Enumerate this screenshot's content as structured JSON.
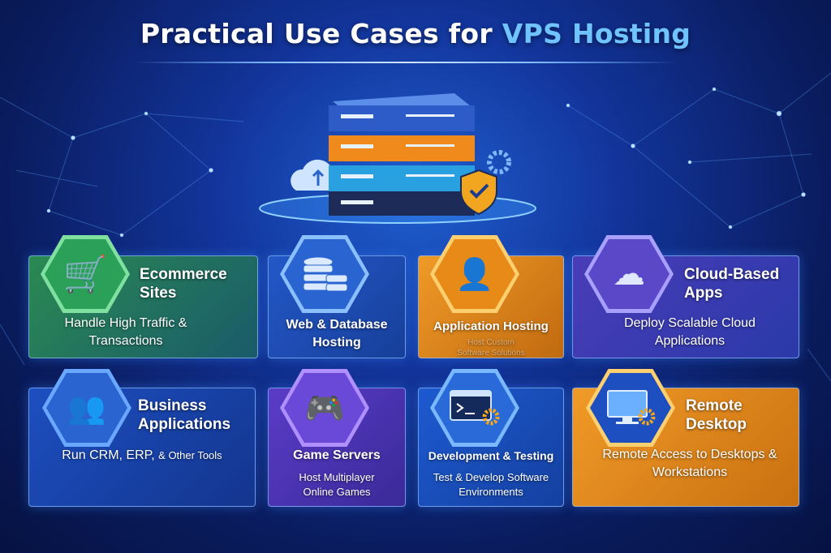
{
  "header": {
    "title_part1": "Practical Use Cases for ",
    "title_part2": "VPS Hosting"
  },
  "colors": {
    "accent": "#6fc3ff",
    "green": "#2a8a52",
    "blue": "#1d4fc0",
    "orange": "#e28a1c",
    "purple": "#4a3cb8"
  },
  "cards": [
    {
      "title": "Ecommerce Sites",
      "subtitle": "Handle High Traffic & Transactions",
      "icon": "shopping-cart-icon"
    },
    {
      "title": "Web & Database Hosting",
      "subtitle": "",
      "icon": "database-icon"
    },
    {
      "title": "Application Hosting",
      "subtitle": "Host Custom Software Solutions",
      "icon": "user-shield-icon"
    },
    {
      "title": "Cloud-Based Apps",
      "subtitle": "Deploy Scalable Cloud Applications",
      "icon": "cloud-gears-icon"
    },
    {
      "title": "Business Applications",
      "subtitle": "Run CRM, ERP,",
      "subtitle_small": "& Other Tools",
      "icon": "users-icon"
    },
    {
      "title": "Game Servers",
      "subtitle": "Host Multiplayer Online Games",
      "icon": "gamepad-icon"
    },
    {
      "title": "Development & Testing",
      "subtitle": "Test & Develop Software Environments",
      "icon": "terminal-gear-icon"
    },
    {
      "title": "Remote Desktop",
      "subtitle": "Remote Access to Desktops & Workstations",
      "icon": "monitor-gear-icon"
    }
  ]
}
